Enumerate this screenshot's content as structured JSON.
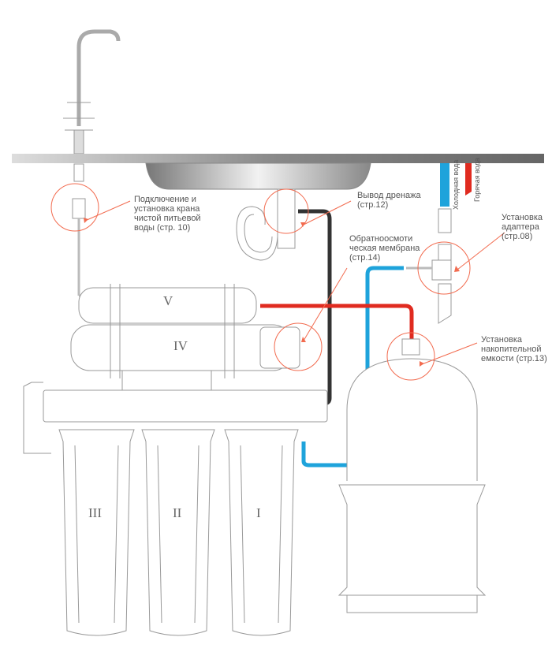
{
  "colors": {
    "cold": "#1ea3db",
    "hot": "#e02b20",
    "drain": "#333333",
    "callout": "#f26b4f",
    "outline": "#999999"
  },
  "labels": {
    "faucet": "Подключение и\nустановка крана\nчистой питьевой\nводы (стр. 10)",
    "drain": "Вывод дренажа\n(стр.12)",
    "membrane": "Обратноосмоти\nческая мембрана\n(стр.14)",
    "adapter": "Установка\nадаптера\n(стр.08)",
    "tank": "Установка\nнакопительной\nемкости (стр.13)",
    "cold_water": "Холодная вода",
    "hot_water": "Горячая вода"
  },
  "stages": {
    "s1": "I",
    "s2": "II",
    "s3": "III",
    "s4": "IV",
    "s5": "V"
  }
}
